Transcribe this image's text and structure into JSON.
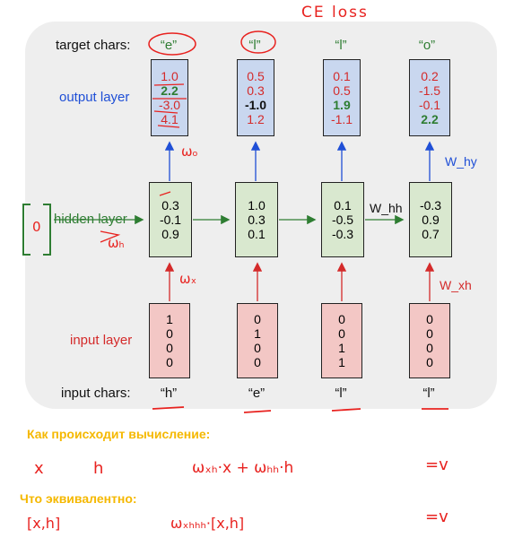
{
  "labels": {
    "target_chars": "target chars:",
    "output_layer": "output layer",
    "hidden_layer": "hidden layer",
    "input_layer": "input layer",
    "input_chars": "input chars:"
  },
  "target_chars": [
    "“e”",
    "“l”",
    "“l”",
    "“o”"
  ],
  "input_chars": [
    "“h”",
    "“e”",
    "“l”",
    "“l”"
  ],
  "output": [
    [
      "1.0",
      "2.2",
      "-3.0",
      "4.1"
    ],
    [
      "0.5",
      "0.3",
      "-1.0",
      "1.2"
    ],
    [
      "0.1",
      "0.5",
      "1.9",
      "-1.1"
    ],
    [
      "0.2",
      "-1.5",
      "-0.1",
      "2.2"
    ]
  ],
  "output_highlight": [
    1,
    2,
    2,
    3
  ],
  "hidden": [
    [
      "0.3",
      "-0.1",
      "0.9"
    ],
    [
      "1.0",
      "0.3",
      "0.1"
    ],
    [
      "0.1",
      "-0.5",
      "-0.3"
    ],
    [
      "-0.3",
      "0.9",
      "0.7"
    ]
  ],
  "input": [
    [
      "1",
      "0",
      "0",
      "0"
    ],
    [
      "0",
      "1",
      "0",
      "0"
    ],
    [
      "0",
      "0",
      "1",
      "1"
    ],
    [
      "0",
      "0",
      "0",
      "0"
    ]
  ],
  "weights": {
    "why": "W_hy",
    "whh": "W_hh",
    "wxh": "W_xh"
  },
  "handwritten": {
    "ce_loss": "CE loss",
    "w_o": "ωₒ",
    "w_x": "ωₓ",
    "w_h": "ωₕ",
    "zero_vector": "0",
    "eq1_x": "x",
    "eq1_h": "h",
    "eq1_expr": "ωₓₕ·x + ωₕₕ·h",
    "eq1_result": "=v",
    "eq2_lhs": "[x,h]",
    "eq2_expr": "ωₓₕₕₕ·[x,h]",
    "eq2_result": "=v"
  },
  "captions": {
    "how_computed": "Как происходит вычисление:",
    "equivalent": "Что эквивалентно:"
  },
  "colors": {
    "red": "#d42a2a",
    "green": "#2e7d32",
    "blue": "#1f4fd6",
    "handwriting": "#e8221f",
    "yellow": "#f5b800"
  }
}
